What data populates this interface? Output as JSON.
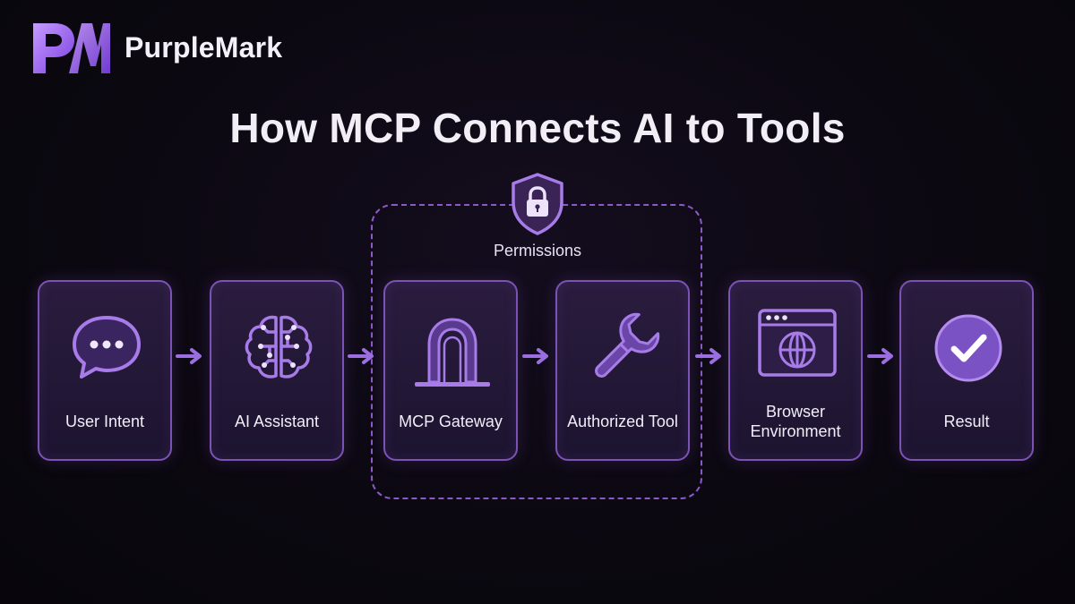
{
  "brand": {
    "name": "PurpleMark",
    "logo_icon": "pm-monogram-icon"
  },
  "title": "How MCP Connects AI to Tools",
  "permissions": {
    "label": "Permissions",
    "icon": "lock-shield-icon"
  },
  "colors": {
    "background": "#0b0810",
    "accent": "#9b6fe0",
    "node_fill": "#231733",
    "node_border": "#7c52b4",
    "icon": "#a77ce8",
    "text": "#f2eef8"
  },
  "steps": [
    {
      "label": "User Intent",
      "icon": "chat-bubble-icon"
    },
    {
      "label": "AI Assistant",
      "icon": "brain-circuit-icon"
    },
    {
      "label": "MCP Gateway",
      "icon": "gateway-arch-icon"
    },
    {
      "label": "Authorized Tool",
      "icon": "wrench-icon"
    },
    {
      "label": "Browser Environment",
      "icon": "browser-globe-icon"
    },
    {
      "label": "Result",
      "icon": "check-circle-icon"
    }
  ]
}
